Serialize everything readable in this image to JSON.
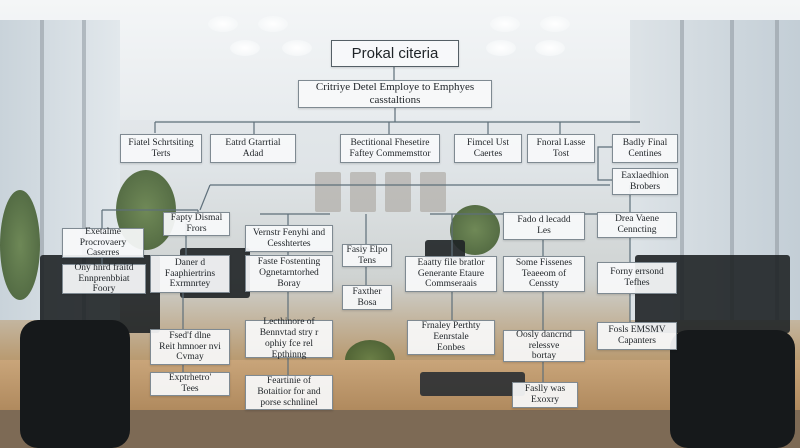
{
  "diagram": {
    "title": "Prokal citeria",
    "root": "Critriye Detel Employe to Emphyes\ncasstaltions",
    "level1": [
      "Fiatel Schrtsiting\nTerts",
      "Eatrd Gtarrtial\nAdad",
      "Bectitional Fhesetire\nFaftey Commemsttor",
      "Fimcel Ust\nCaertes",
      "Fnoral Lasse\nTost",
      "Badly Final\nCentines",
      "Eaxlaedhion\nBrobers"
    ],
    "col_a": [
      "Fapty Dismal\nFrors",
      "Exetalme\nProcrovaery\nCaserres",
      "Ony hnrd fraitd\nEnnprenbbiat\nFoory"
    ],
    "col_b": [
      "Daner d\nFaaphiertrins\nExrmnrtey",
      "Fsed'f dlne\nReit hmnoer nvi\nCvmay",
      "Exptrhetro'\nTees"
    ],
    "col_c": [
      "Vernstr Fenyhi and\nCesshtertes",
      "Faste Fostenting\nOgnetarntorhed\nBoray",
      "Lecthinore of\nBennvtad stry r\nophiy fce rel\nEpthinng",
      "Feartinie of\nBotaitior for and\nporse schnlinel"
    ],
    "col_d": [
      "Fasiy Elpo\nTens",
      "Faxther\nBosa"
    ],
    "col_e": [
      "Eaatty file bratlor\nGenerante Etaure\nCommseraais",
      "Frnaley Perthty\nEenrstale\nEonbes"
    ],
    "col_f": [
      "Fado d lecadd\nLes",
      "Some Fissenes\nTeaeeom of\nCenssty",
      "Oosly dancrnd\nrelessve\nbortay",
      "Faslly was\nExoxry"
    ],
    "col_g": [
      "Drea Vaene\nCenncting",
      "Forny errsond\nTefhes",
      "Fosls EMSMV\nCapanters"
    ]
  },
  "colors": {
    "box_fill": "#f8f9fa",
    "box_border": "#7f8a92",
    "connector": "#5e6f7a",
    "text": "#1e2327"
  }
}
